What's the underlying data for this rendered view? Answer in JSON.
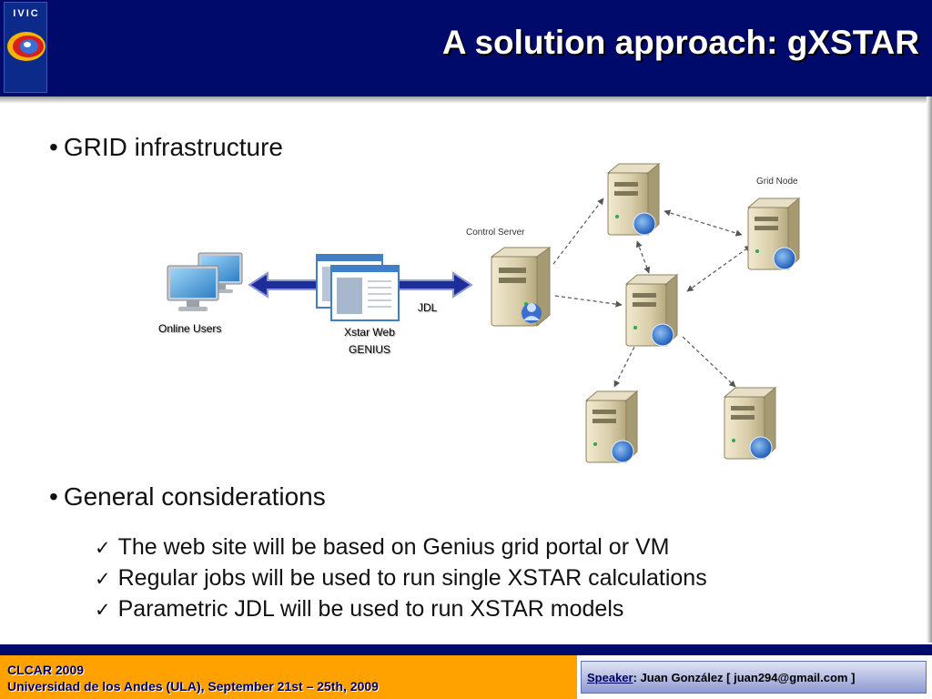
{
  "header": {
    "logo_text": "IVIC",
    "title": "A solution approach: gXSTAR"
  },
  "bullets": {
    "grid": "GRID infrastructure",
    "general": "General considerations",
    "marker": "•",
    "check_mark": "✓",
    "considerations": [
      "The web site will be based on Genius grid portal or VM",
      "Regular jobs will be used to run single XSTAR calculations",
      "Parametric JDL will be used to run XSTAR models"
    ]
  },
  "diagram": {
    "online_users": "Online Users",
    "portal_line1": "Xstar Web",
    "portal_line2": "GENIUS",
    "jdl": "JDL",
    "control_server": "Control Server",
    "grid_node": "Grid Node"
  },
  "footer": {
    "event": "CLCAR 2009",
    "venue": "Universidad de los Andes (ULA), September 21st – 25th, 2009",
    "speaker_label": "Speaker",
    "speaker_value": ": Juan González [ juan294@gmail.com ]"
  },
  "colors": {
    "header_bg": "#000a6b",
    "footer_left_bg": "#ffa200",
    "arrow_blue": "#1d2d9a"
  }
}
